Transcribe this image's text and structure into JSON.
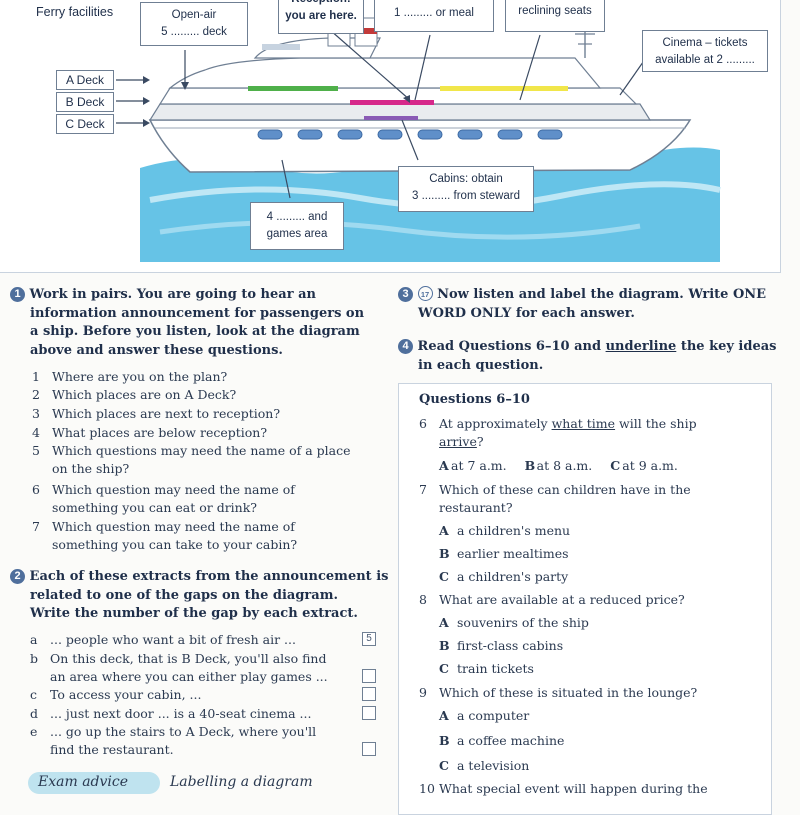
{
  "diagram": {
    "title": "Ferry facilities",
    "decks": [
      "A Deck",
      "B Deck",
      "C Deck"
    ],
    "callouts": {
      "open_air_1": "Open-air",
      "open_air_2": "5 ......... deck",
      "reception_1": "Reception:",
      "reception_2": "you are here.",
      "gap1": "1 ......... or meal",
      "reclining": "reclining seats",
      "cinema_1": "Cinema – tickets",
      "cinema_2": "available at 2 .........",
      "cabins_1": "Cabins: obtain",
      "cabins_2": "3 ......... from steward",
      "games_1": "4 ......... and",
      "games_2": "games area"
    },
    "colors": {
      "sea": "#66c3e6",
      "green": "#4fb04a",
      "pink": "#d6288a",
      "yellow": "#f1e64a",
      "purple": "#8a5bb5",
      "funnel": "#c23a3a"
    }
  },
  "left": {
    "q1": {
      "num": "1",
      "lines": [
        "Work in pairs. You are going to hear an",
        "information announcement for passengers on",
        "a ship. Before you listen, look at the diagram",
        "above and answer these questions."
      ],
      "items": [
        {
          "n": "1",
          "l1": "Where are you on the plan?"
        },
        {
          "n": "2",
          "l1": "Which places are on A Deck?"
        },
        {
          "n": "3",
          "l1": "Which places are next to reception?"
        },
        {
          "n": "4",
          "l1": "What places are below reception?"
        },
        {
          "n": "5",
          "l1": "Which questions may need the name of a place",
          "l2": "on the ship?"
        },
        {
          "n": "6",
          "l1": "Which question may need the name of",
          "l2": "something you can eat or drink?"
        },
        {
          "n": "7",
          "l1": "Which question may need the name of",
          "l2": "something you can take to your cabin?"
        }
      ]
    },
    "q2": {
      "num": "2",
      "lines": [
        "Each of these extracts from the announcement is",
        "related to one of the gaps on the diagram.",
        "Write the number of the gap by each extract."
      ],
      "items": [
        {
          "n": "a",
          "l1": "... people who want a bit of fresh air ...",
          "box": "5"
        },
        {
          "n": "b",
          "l1": "On this deck, that is B Deck, you'll also find",
          "l2": "an area where you can either play games ...",
          "box": ""
        },
        {
          "n": "c",
          "l1": "To access your cabin, ...",
          "box": ""
        },
        {
          "n": "d",
          "l1": "... just next door ... is a 40-seat cinema ...",
          "box": ""
        },
        {
          "n": "e",
          "l1": "... go up the stairs to A Deck, where you'll",
          "l2": "find the restaurant.",
          "box": ""
        }
      ]
    },
    "exam_advice": {
      "label": "Exam advice",
      "topic": "Labelling a diagram"
    }
  },
  "right": {
    "q3": {
      "num": "3",
      "track": "17",
      "l1": "Now listen and label the diagram. Write ONE",
      "l2": "WORD ONLY for each answer."
    },
    "q4": {
      "num": "4",
      "l1a": "Read Questions 6–10 and ",
      "l1u": "underline",
      "l1b": " the key ideas",
      "l2": "in each question."
    },
    "box_title": "Questions 6–10",
    "q6": {
      "n": "6",
      "l1a": "At approximately ",
      "l1u": "what time",
      "l1b": " will the ship",
      "l2u": "arrive",
      "l2b": "?",
      "opts": [
        {
          "k": "A",
          "t": "at 7 a.m."
        },
        {
          "k": "B",
          "t": "at 8 a.m."
        },
        {
          "k": "C",
          "t": "at 9 a.m."
        }
      ]
    },
    "q7": {
      "n": "7",
      "l1": "Which of these can children have in the",
      "l2": "restaurant?",
      "opts": [
        {
          "k": "A",
          "t": "a children's menu"
        },
        {
          "k": "B",
          "t": "earlier mealtimes"
        },
        {
          "k": "C",
          "t": "a children's party"
        }
      ]
    },
    "q8": {
      "n": "8",
      "l1": "What are available at a reduced price?",
      "opts": [
        {
          "k": "A",
          "t": "souvenirs of the ship"
        },
        {
          "k": "B",
          "t": "first-class cabins"
        },
        {
          "k": "C",
          "t": "train tickets"
        }
      ]
    },
    "q9": {
      "n": "9",
      "l1": "Which of these is situated in the lounge?",
      "opts": [
        {
          "k": "A",
          "t": "a computer"
        },
        {
          "k": "B",
          "t": "a coffee machine"
        },
        {
          "k": "C",
          "t": "a television"
        }
      ]
    },
    "q10": {
      "n": "10",
      "l1": "What special event will happen during the"
    }
  }
}
